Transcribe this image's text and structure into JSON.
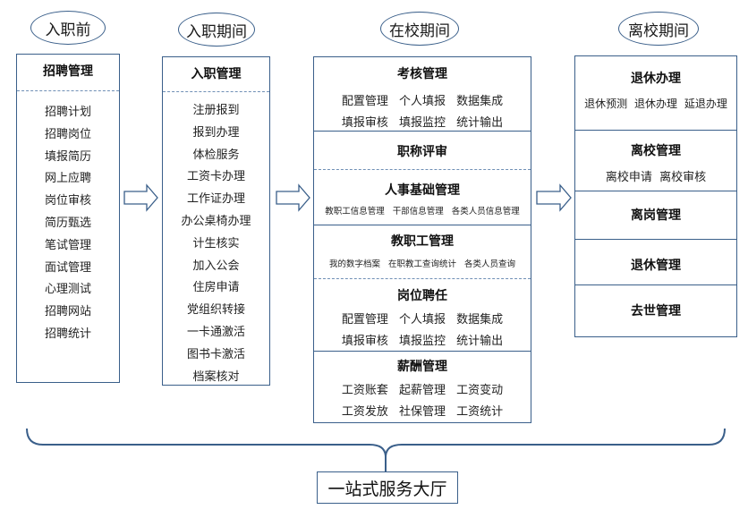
{
  "phases": {
    "before": "入职前",
    "during_entry": "入职期间",
    "at_school": "在校期间",
    "leaving": "离校期间"
  },
  "recruit": {
    "title": "招聘管理",
    "items": [
      "招聘计划",
      "招聘岗位",
      "填报简历",
      "网上应聘",
      "岗位审核",
      "简历甄选",
      "笔试管理",
      "面试管理",
      "心理测试",
      "招聘网站",
      "招聘统计"
    ]
  },
  "onboard": {
    "title": "入职管理",
    "items": [
      "注册报到",
      "报到办理",
      "体检服务",
      "工资卡办理",
      "工作证办理",
      "办公桌椅办理",
      "计生核实",
      "加入公会",
      "住房申请",
      "党组织转接",
      "一卡通激活",
      "图书卡激活",
      "档案核对"
    ]
  },
  "school": {
    "assessment": {
      "title": "考核管理",
      "row1": [
        "配置管理",
        "个人填报",
        "数据集成"
      ],
      "row2": [
        "填报审核",
        "填报监控",
        "统计输出"
      ]
    },
    "title_review": {
      "title": "职称评审"
    },
    "hr_basic": {
      "title": "人事基础管理",
      "row1": [
        "教职工信息管理",
        "干部信息管理",
        "各类人员信息管理"
      ]
    },
    "staff": {
      "title": "教职工管理",
      "row1": [
        "我的数字档案",
        "在职教工查询统计",
        "各类人员查询"
      ]
    },
    "post": {
      "title": "岗位聘任",
      "row1": [
        "配置管理",
        "个人填报",
        "数据集成"
      ],
      "row2": [
        "填报审核",
        "填报监控",
        "统计输出"
      ]
    },
    "salary": {
      "title": "薪酬管理",
      "row1": [
        "工资账套",
        "起薪管理",
        "工资变动"
      ],
      "row2": [
        "工资发放",
        "社保管理",
        "工资统计"
      ]
    }
  },
  "leave": {
    "retire_process": {
      "title": "退休办理",
      "row1": [
        "退休预测",
        "退休办理",
        "延退办理"
      ]
    },
    "leave_mgmt": {
      "title": "离校管理",
      "row1": [
        "离校申请",
        "离校审核"
      ]
    },
    "post_leave": {
      "title": "离岗管理"
    },
    "retire_mgmt": {
      "title": "退休管理"
    },
    "deceased": {
      "title": "去世管理"
    }
  },
  "service_hall": "一站式服务大厅",
  "colors": {
    "border": "#3a5f8a",
    "dash": "#6f8fb5"
  },
  "arrows": [
    "right-arrow",
    "right-arrow",
    "right-arrow"
  ]
}
